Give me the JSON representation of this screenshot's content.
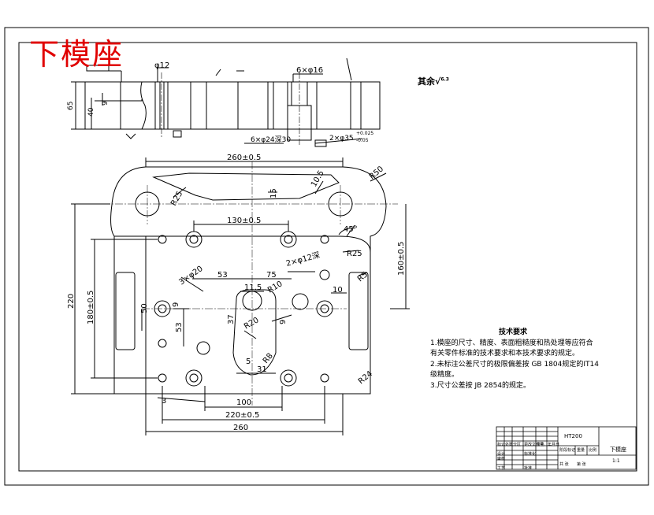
{
  "title": "下模座",
  "surface_finish": {
    "text": "其余",
    "value": "6.3"
  },
  "top_view": {
    "dim_phi12": "φ12",
    "dim_6x16": "6×φ16",
    "dim_6x24": "6×φ24深30",
    "dim_2x35": "2×φ35",
    "tol_upper": "+0.025",
    "tol_lower": "-0.05",
    "dim_65": "65",
    "dim_40": "40",
    "dim_9": "9"
  },
  "plan_view": {
    "dim_260_top": "260±0.5",
    "dim_130": "130±0.5",
    "dim_160": "160±0.5",
    "dim_180": "180±0.5",
    "dim_220_left": "220",
    "dim_220_bottom": "220±0.5",
    "dim_260_bottom": "260",
    "dim_100": "100",
    "dim_53_top": "53",
    "dim_75": "75",
    "dim_11_5": "11.5",
    "dim_10": "10",
    "dim_31": "31",
    "dim_53_left": "53",
    "dim_37": "37",
    "dim_9": "9",
    "dim_5": "5",
    "dim_3": "3",
    "dim_15": "15",
    "dim_50_left": "50",
    "dim_R25_a": "R25",
    "dim_R25_b": "R25",
    "dim_R50": "R50",
    "dim_R20": "R20",
    "dim_R10": "R10",
    "dim_R8": "R8",
    "dim_R5": "R5",
    "dim_R24": "R24",
    "dim_45deg": "45°",
    "dim_2x12": "2×φ12深",
    "dim_3x20": "3×φ20",
    "dim_10_5": "10.5"
  },
  "tech_notes": {
    "heading": "技术要求",
    "lines": [
      "1.模座的尺寸、精度、表面粗糙度和热处理等应符合",
      "有关零件标准的技术要求和本技术要求的规定。",
      "2.未标注公差尺寸的极限偏差按 GB 1804规定的IT14",
      "级精度。",
      "3.尺寸公差按 JB 2854的规定。"
    ]
  },
  "title_block": {
    "part_name": "下模座",
    "material": "HT200",
    "scale": "1:1",
    "labels": [
      "标记",
      "处数",
      "分区",
      "更改文件号",
      "签名",
      "年月日",
      "设计",
      "标准化",
      "审核",
      "工艺",
      "批准",
      "阶段标记",
      "重量",
      "比例",
      "共 张",
      "第 张"
    ]
  }
}
